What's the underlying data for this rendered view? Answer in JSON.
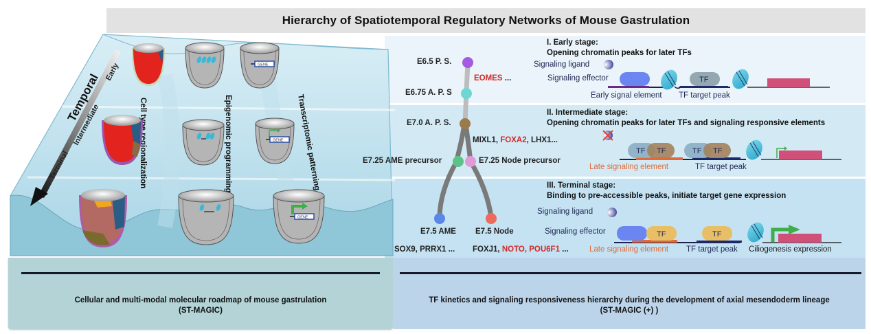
{
  "title": "Hierarchy of Spatiotemporal Regulatory Networks of Mouse Gastrulation",
  "landscape": {
    "temporal_label": "Temporal",
    "stage_labels": [
      "Early",
      "Intermediate",
      "Terminal"
    ],
    "column_labels": [
      "Cell type regionalization",
      "Epigenomic programming",
      "Transcriptomic patterning"
    ],
    "gene_box_label": "GENE"
  },
  "lineage_tree": {
    "nodes": [
      {
        "id": "e6_5",
        "label": "E6.5 P. S.",
        "color": "#a45be0"
      },
      {
        "id": "e6_75",
        "label": "E6.75 A. P. S",
        "color": "#6fd6d6"
      },
      {
        "id": "e7_0",
        "label": "E7.0 A. P. S.",
        "color": "#9b7a4e"
      },
      {
        "id": "e7_25_ame",
        "label": "E7.25 AME precursor",
        "color": "#5cc28a"
      },
      {
        "id": "e7_25_node",
        "label": "E7.25 Node precursor",
        "color": "#e09ad8"
      },
      {
        "id": "e7_5_ame",
        "label": "E7.5 AME",
        "color": "#5a86e6"
      },
      {
        "id": "e7_5_node",
        "label": "E7.5 Node",
        "color": "#ee6a5c"
      }
    ],
    "tf_groups": {
      "early": [
        {
          "text": "EOMES",
          "highlight": true
        },
        {
          "text": " ...",
          "highlight": false
        }
      ],
      "intermediate": [
        {
          "text": "MIXL1, ",
          "highlight": false
        },
        {
          "text": "FOXA2",
          "highlight": true
        },
        {
          "text": ", LHX1...",
          "highlight": false
        }
      ],
      "ame": [
        {
          "text": "SOX9, PRRX1 ...",
          "highlight": false
        }
      ],
      "node": [
        {
          "text": "FOXJ1, ",
          "highlight": false
        },
        {
          "text": "NOTO, POU6F1",
          "highlight": true
        },
        {
          "text": " ...",
          "highlight": false
        }
      ]
    }
  },
  "stages": [
    {
      "heading": "I. Early stage:",
      "subheading": "Opening chromatin peaks for later TFs",
      "labels": {
        "ligand": "Signaling ligand",
        "effector": "Signaling effector",
        "element": "Early signal element",
        "peak": "TF target peak",
        "tf": "TF"
      }
    },
    {
      "heading": "II. Intermediate stage:",
      "subheading": "Opening chromatin peaks for later TFs and signaling responsive elements",
      "labels": {
        "element": "Late signaling element",
        "peak": "TF target peak",
        "tf": "TF"
      }
    },
    {
      "heading": "III. Terminal stage:",
      "subheading": "Binding to pre-accessible peaks, initiate target gene expression",
      "labels": {
        "ligand": "Signaling ligand",
        "effector": "Signaling effector",
        "element": "Late signaling element",
        "peak": "TF target peak",
        "expression": "Ciliogenesis expression",
        "tf": "TF"
      }
    }
  ],
  "footer": {
    "left": {
      "line1": "Cellular and multi-modal molecular roadmap of mouse gastrulation",
      "line2": "(ST-MAGIC)"
    },
    "right": {
      "line1": "TF kinetics and signaling responsiveness hierarchy during the development of axial mesendoderm lineage",
      "line2": "(ST-MAGIC (+) )"
    }
  },
  "colors": {
    "highlight_red": "#d22a2a",
    "late_element_orange": "#e06a3a",
    "gene_pink": "#d0507a",
    "arrow_green": "#3fae49",
    "nucleosome_cyan": "#3cb8d6"
  }
}
